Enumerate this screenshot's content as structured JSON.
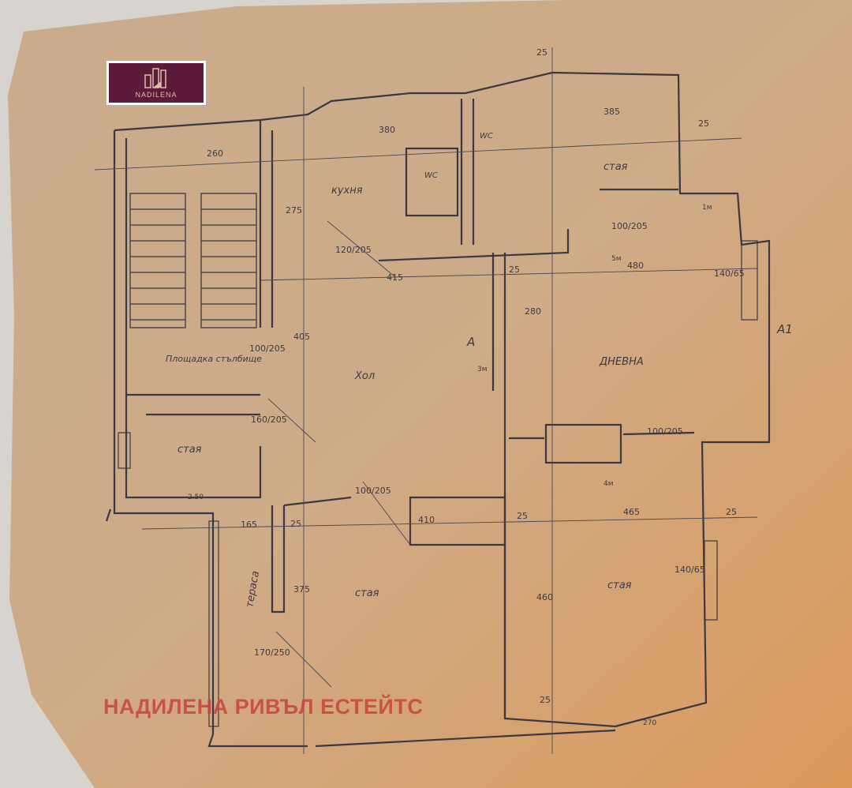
{
  "logo": {
    "text": "NADILENA",
    "bg_color": "#5e1a3a"
  },
  "watermark": {
    "text": "НАДИЛЕНА РИВЪЛ ЕСТЕЙТС",
    "color": "#c8443f"
  },
  "rooms": [
    {
      "label": "кухня"
    },
    {
      "label": "Площадка стълбище"
    },
    {
      "label": "Хол"
    },
    {
      "label": "стая"
    },
    {
      "label": "ДНЕВНА"
    },
    {
      "label": "стая"
    },
    {
      "label": "тераса"
    },
    {
      "label": "стая"
    },
    {
      "label": "стая"
    },
    {
      "label": "WC"
    },
    {
      "label": "WC"
    }
  ],
  "section_marks": [
    "A",
    "A1"
  ],
  "dimensions": [
    "25",
    "380",
    "385",
    "25",
    "260",
    "275",
    "415",
    "25",
    "480",
    "140/65",
    "405",
    "280",
    "100/205",
    "160/205",
    "100/205",
    "2.50",
    "165",
    "25",
    "410",
    "25",
    "465",
    "25",
    "375",
    "460",
    "140/65",
    "170/250",
    "25",
    "270",
    "100/205",
    "120/205",
    "100/205",
    "3м",
    "5м",
    "1м",
    "4м"
  ]
}
